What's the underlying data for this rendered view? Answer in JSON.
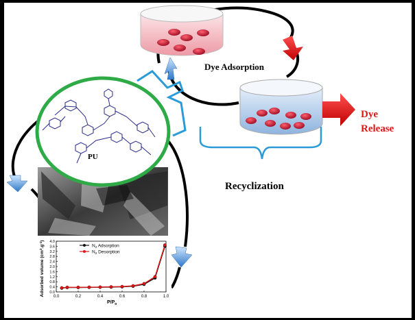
{
  "labels": {
    "dye_adsorption": "Dye Adsorption",
    "dye_release_line1": "Dye",
    "dye_release_line2": "Release",
    "recyclization": "Recyclization",
    "pu": "PU"
  },
  "colors": {
    "dye_release": "#e01818",
    "ellipse": "#2eaa46",
    "bracket": "#2a9bd8",
    "adsorption_series": "#111111",
    "desorption_series": "#e01818",
    "dish_red": "#f2c2c8",
    "dish_blue": "#b9d3ee",
    "dot": "#c01030"
  },
  "chart_data": {
    "type": "line",
    "xlabel": "P/P",
    "xlabel_sub": "o",
    "ylabel": "Adsorbed volume (cm",
    "ylabel_sup": "3",
    "ylabel_mid": ".g",
    "ylabel_sup2": "-1",
    "ylabel_end": ")",
    "xlim": [
      0.0,
      1.0
    ],
    "ylim": [
      0.0,
      4.0
    ],
    "xticks": [
      "0.0",
      "0.2",
      "0.4",
      "0.6",
      "0.8",
      "1.0"
    ],
    "yticks": [
      "0.0",
      "0.4",
      "0.8",
      "1.2",
      "1.6",
      "2.0",
      "2.4",
      "2.8",
      "3.2",
      "3.6",
      "4.0"
    ],
    "legend_position": "top-left",
    "series": [
      {
        "name": "N",
        "name_sub": "2",
        "name_end": " Adsorption",
        "x": [
          0.05,
          0.1,
          0.2,
          0.3,
          0.4,
          0.5,
          0.6,
          0.7,
          0.8,
          0.9,
          0.99
        ],
        "y": [
          0.3,
          0.35,
          0.35,
          0.36,
          0.37,
          0.38,
          0.4,
          0.45,
          0.6,
          1.1,
          3.6
        ]
      },
      {
        "name": "N",
        "name_sub": "2",
        "name_end": " Desorption",
        "x": [
          0.99,
          0.9,
          0.8,
          0.7,
          0.6,
          0.5,
          0.4,
          0.3,
          0.2,
          0.1,
          0.05
        ],
        "y": [
          3.7,
          1.2,
          0.65,
          0.48,
          0.42,
          0.4,
          0.38,
          0.37,
          0.36,
          0.36,
          0.32
        ]
      }
    ]
  }
}
